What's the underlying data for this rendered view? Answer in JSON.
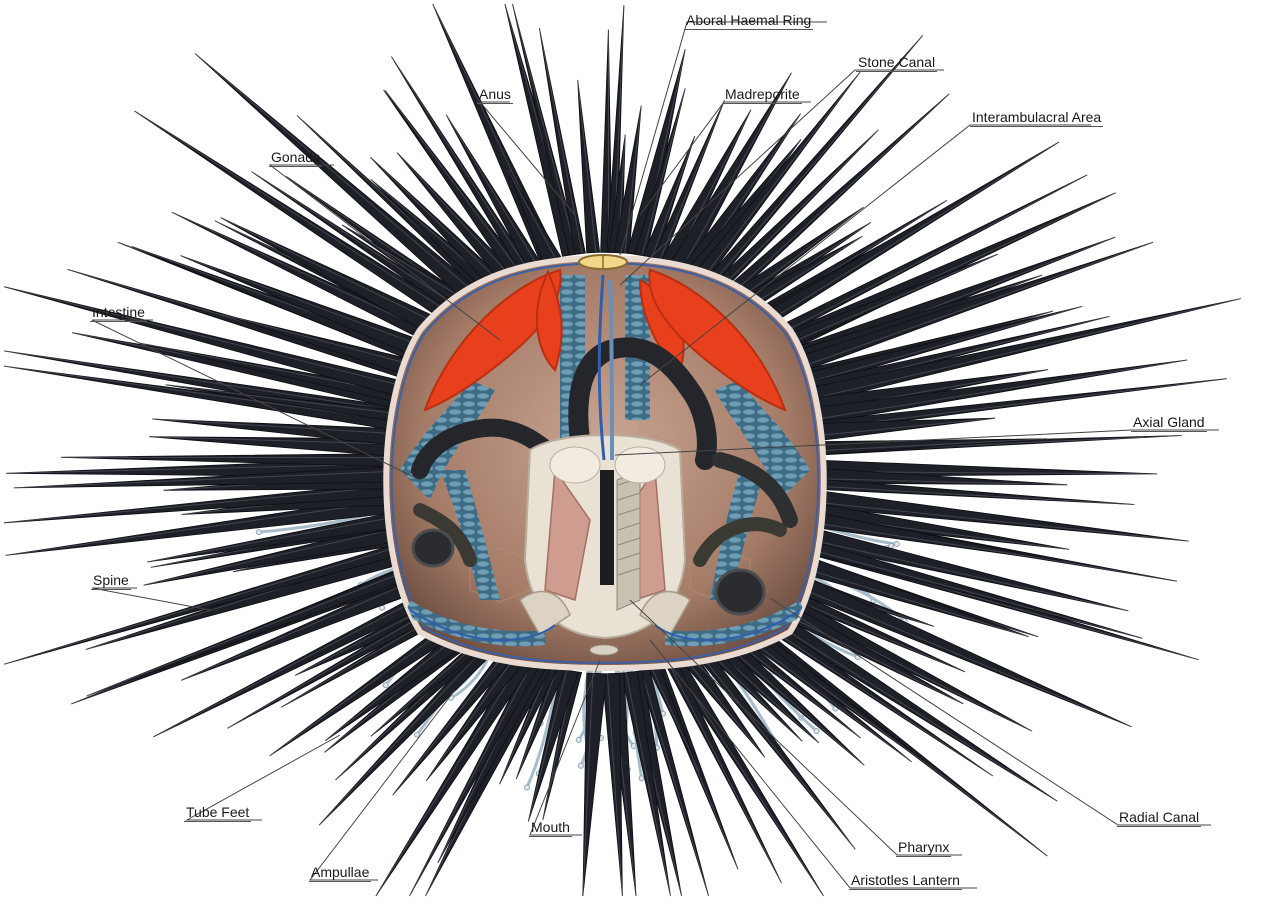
{
  "diagram": {
    "labels": {
      "aboral_haemal_ring": "Aboral Haemal Ring",
      "stone_canal": "Stone Canal",
      "anus": "Anus",
      "madreporite": "Madreporite",
      "interambulacral_area": "Interambulacral Area",
      "gonads": "Gonads",
      "intestine": "Intestine",
      "axial_gland": "Axial Gland",
      "spine": "Spine",
      "tube_feet": "Tube Feet",
      "mouth": "Mouth",
      "radial_canal": "Radial Canal",
      "pharynx": "Pharynx",
      "ampullae": "Ampullae",
      "aristotles_lantern": "Aristotles Lantern"
    },
    "colors": {
      "spine": "#1e2027",
      "gonad": "#e8401c",
      "test_wall": "#a87f6c",
      "ambulacral": "#5a8aa3",
      "tube_feet": "#a9bccb",
      "lantern": "#e9e1d4",
      "intestine": "#24262b"
    }
  }
}
